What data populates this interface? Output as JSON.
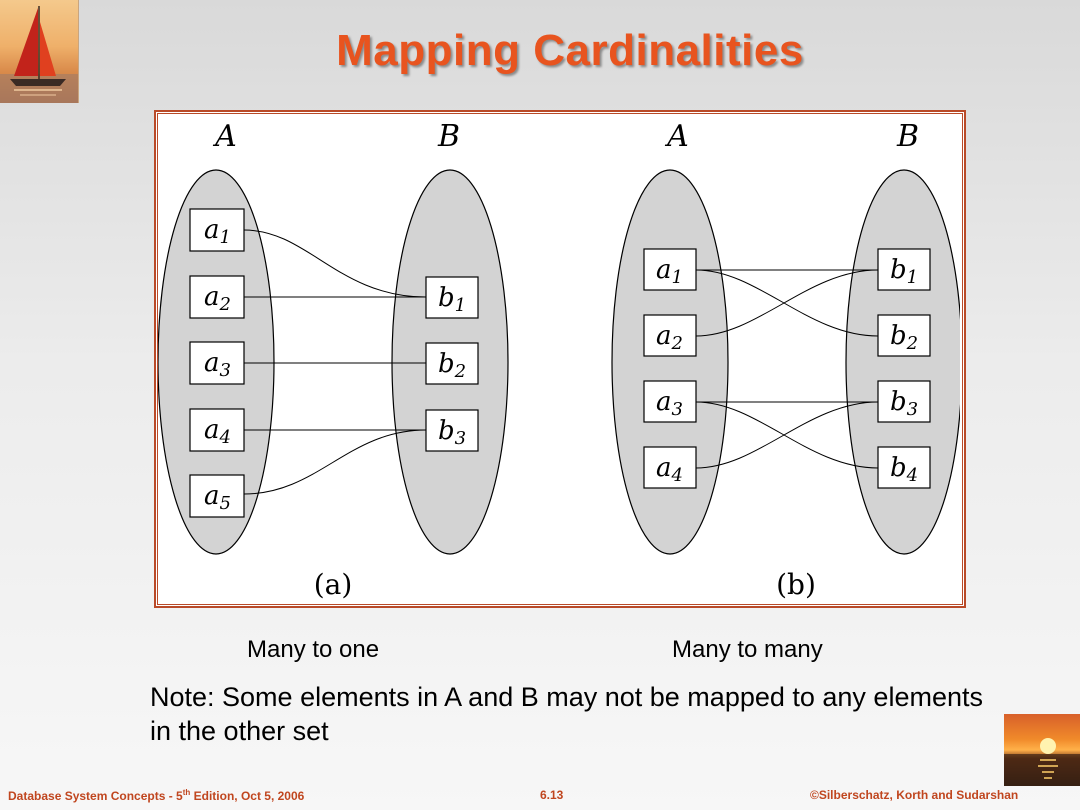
{
  "slide": {
    "title": "Mapping Cardinalities",
    "caption_a": "Many to one",
    "caption_b": "Many to many",
    "note": "Note: Some elements in A and B may not be mapped to any elements in the other set"
  },
  "diagram_a": {
    "set_a_label": "A",
    "set_b_label": "B",
    "panel_label": "(a)",
    "a_elements": [
      {
        "base": "a",
        "sub": "1"
      },
      {
        "base": "a",
        "sub": "2"
      },
      {
        "base": "a",
        "sub": "3"
      },
      {
        "base": "a",
        "sub": "4"
      },
      {
        "base": "a",
        "sub": "5"
      }
    ],
    "b_elements": [
      {
        "base": "b",
        "sub": "1"
      },
      {
        "base": "b",
        "sub": "2"
      },
      {
        "base": "b",
        "sub": "3"
      }
    ]
  },
  "diagram_b": {
    "set_a_label": "A",
    "set_b_label": "B",
    "panel_label": "(b)",
    "a_elements": [
      {
        "base": "a",
        "sub": "1"
      },
      {
        "base": "a",
        "sub": "2"
      },
      {
        "base": "a",
        "sub": "3"
      },
      {
        "base": "a",
        "sub": "4"
      }
    ],
    "b_elements": [
      {
        "base": "b",
        "sub": "1"
      },
      {
        "base": "b",
        "sub": "2"
      },
      {
        "base": "b",
        "sub": "3"
      },
      {
        "base": "b",
        "sub": "4"
      }
    ]
  },
  "footer": {
    "left_prefix": "Database System Concepts - 5",
    "left_sup": "th",
    "left_suffix": " Edition, Oct 5, 2006",
    "center": "6.13",
    "right": "©Silberschatz, Korth and Sudarshan"
  },
  "colors": {
    "title": "#e8541f",
    "frame": "#b94a28",
    "ellipse_fill": "#d3d3d3",
    "footer": "#c0461f"
  }
}
